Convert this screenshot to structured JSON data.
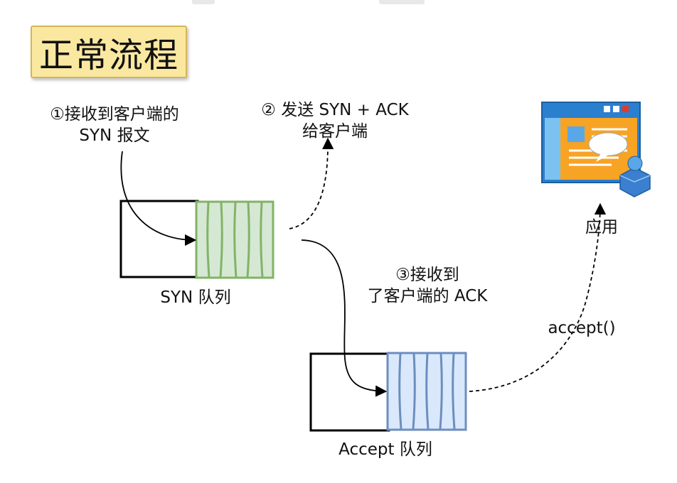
{
  "title": "正常流程",
  "steps": {
    "step1": {
      "line1": "①接收到客户端的",
      "line2": "SYN 报文"
    },
    "step2": {
      "line1": "② 发送 SYN + ACK",
      "line2": "给客户端"
    },
    "step3": {
      "line1": "③接收到",
      "line2": "了客户端的 ACK"
    }
  },
  "queues": {
    "syn": {
      "label": "SYN 队列",
      "fill_color": "#d5e8d4",
      "stroke_color": "#82b366"
    },
    "accept": {
      "label": "Accept 队列",
      "fill_color": "#dae8fc",
      "stroke_color": "#6c8ebf"
    }
  },
  "app": {
    "label": "应用",
    "icon": "application-window-icon"
  },
  "call": {
    "label": "accept()"
  }
}
